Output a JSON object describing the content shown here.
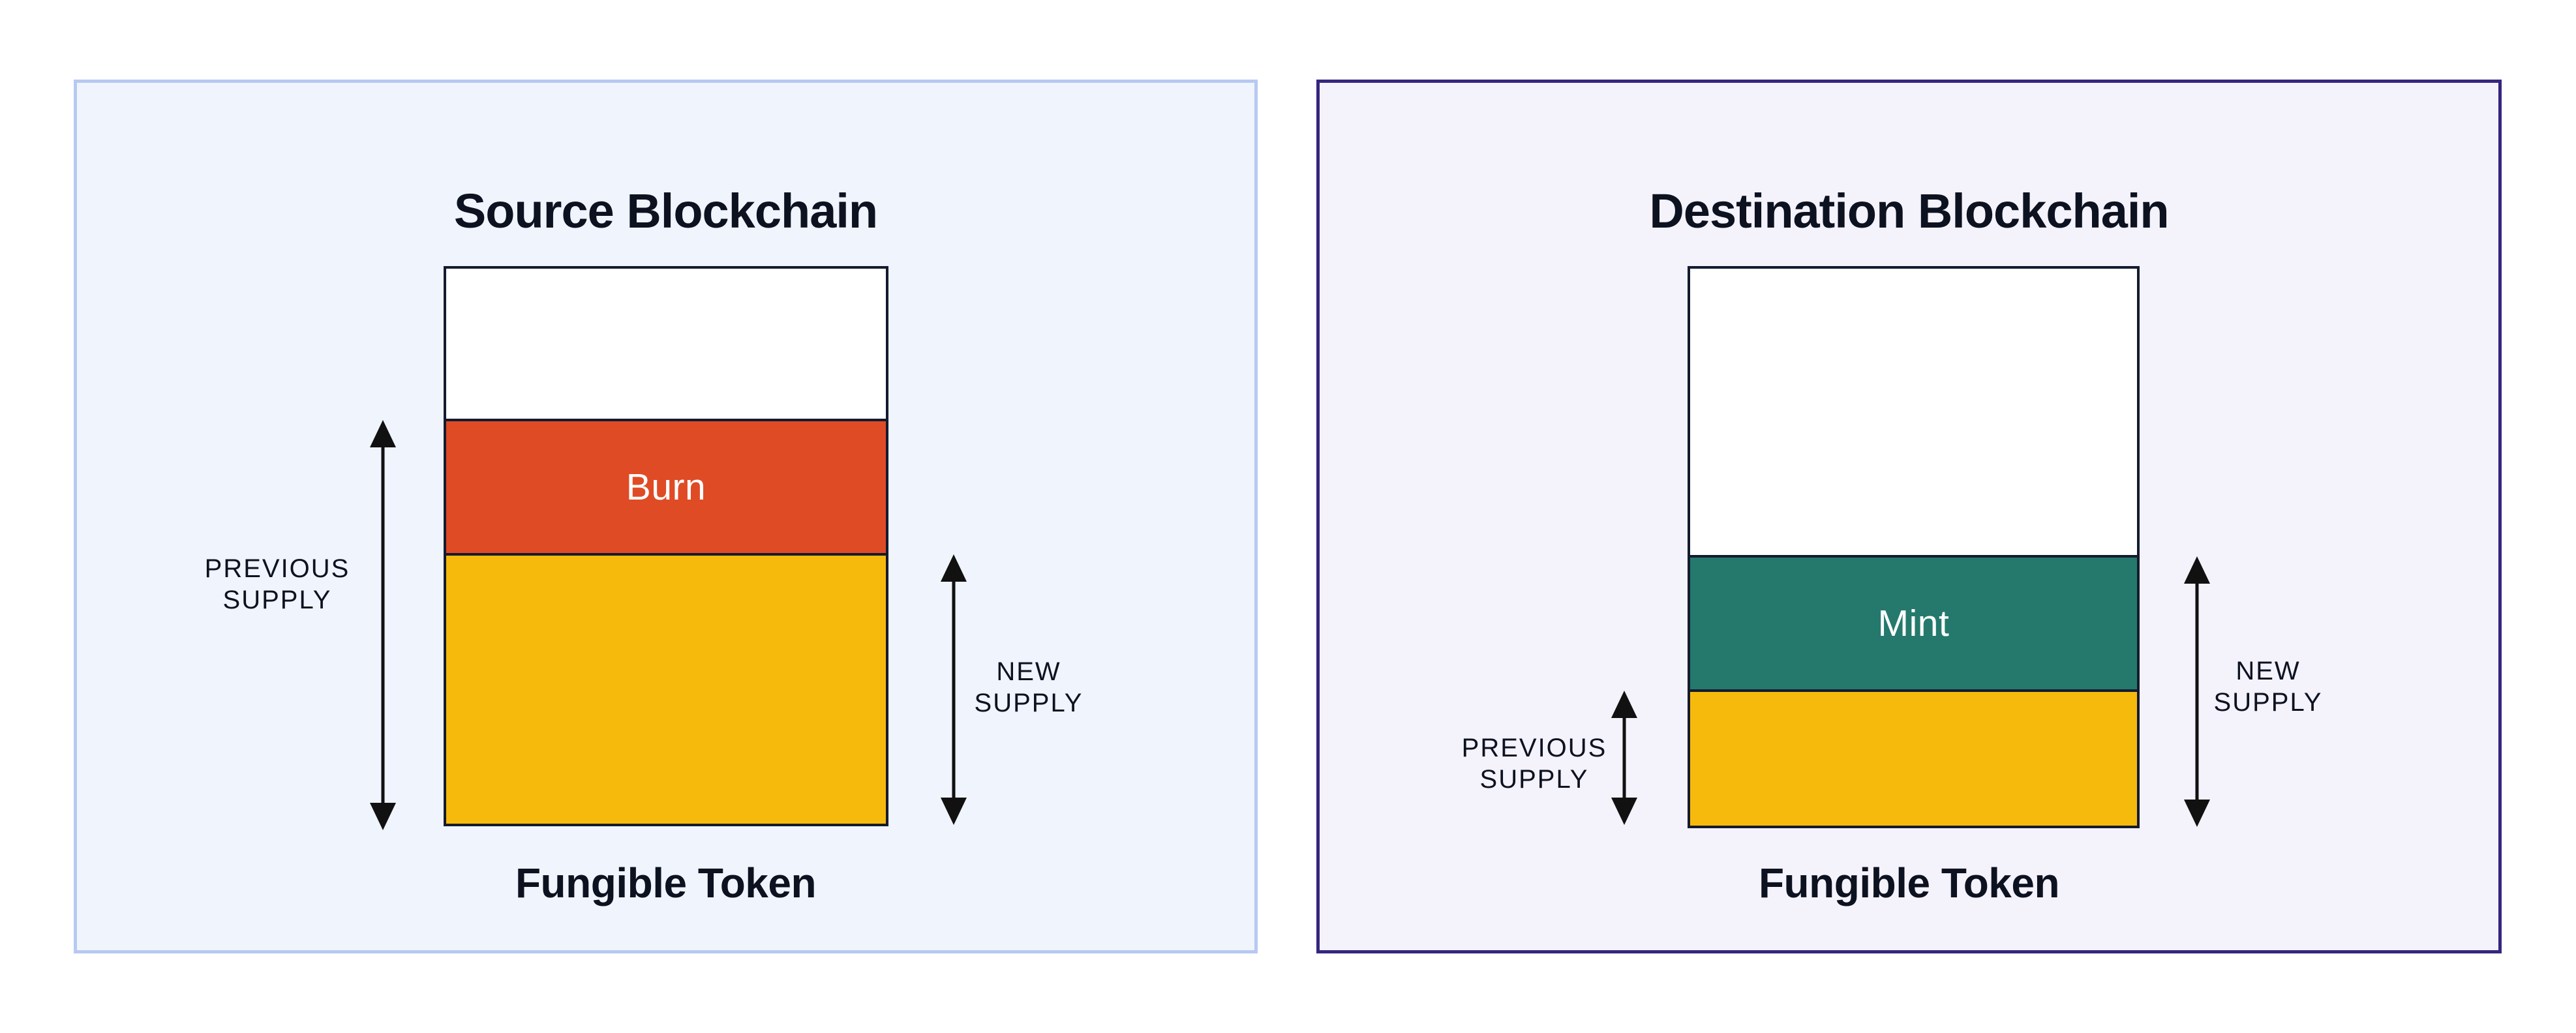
{
  "figure": {
    "description": "Burn-and-mint fungible token bridging diagram with two blockchain panels",
    "panels": [
      {
        "id": "source",
        "title": "Source Blockchain",
        "action_segment_label": "Burn",
        "previous_supply_label": [
          "PREVIOUS",
          "SUPPLY"
        ],
        "new_supply_label": [
          "NEW",
          "SUPPLY"
        ],
        "token_label": "Fungible Token"
      },
      {
        "id": "destination",
        "title": "Destination Blockchain",
        "action_segment_label": "Mint",
        "previous_supply_label": [
          "PREVIOUS",
          "SUPPLY"
        ],
        "new_supply_label": [
          "NEW",
          "SUPPLY"
        ],
        "token_label": "Fungible Token"
      }
    ]
  },
  "colors": {
    "page_background": "#ffffff",
    "left_panel_background": "#F0F4FC",
    "left_panel_border": "#B7C9F1",
    "right_panel_background": "#F4F2FB",
    "right_panel_border": "#36257F",
    "bar_border": "#141B2F",
    "segment_white": "#FFFFFF",
    "burn_orange": "#DF4B25",
    "mint_teal": "#24796C",
    "supply_yellow": "#F6BA0C",
    "arrow_black": "#111111",
    "text_dark": "#0D1220"
  }
}
